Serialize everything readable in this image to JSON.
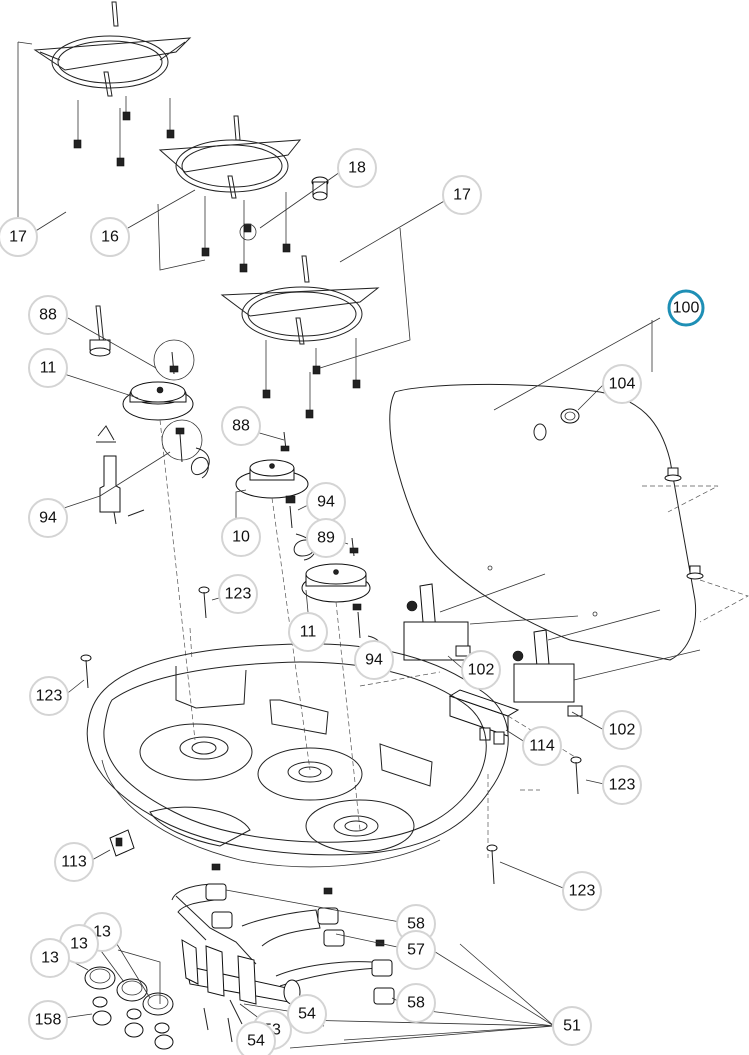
{
  "highlight_color": "#1e8fb5",
  "callouts": [
    {
      "label": "17"
    },
    {
      "label": "16"
    },
    {
      "label": "18"
    },
    {
      "label": "17"
    },
    {
      "label": "100",
      "highlighted": true
    },
    {
      "label": "104"
    },
    {
      "label": "88"
    },
    {
      "label": "11"
    },
    {
      "label": "94"
    },
    {
      "label": "88"
    },
    {
      "label": "94"
    },
    {
      "label": "10"
    },
    {
      "label": "89"
    },
    {
      "label": "11"
    },
    {
      "label": "94"
    },
    {
      "label": "123"
    },
    {
      "label": "123"
    },
    {
      "label": "102"
    },
    {
      "label": "102"
    },
    {
      "label": "114"
    },
    {
      "label": "123"
    },
    {
      "label": "113"
    },
    {
      "label": "123"
    },
    {
      "label": "58"
    },
    {
      "label": "57"
    },
    {
      "label": "58"
    },
    {
      "label": "13"
    },
    {
      "label": "13"
    },
    {
      "label": "13"
    },
    {
      "label": "158"
    },
    {
      "label": "54"
    },
    {
      "label": "53"
    },
    {
      "label": "54"
    },
    {
      "label": "51"
    }
  ]
}
